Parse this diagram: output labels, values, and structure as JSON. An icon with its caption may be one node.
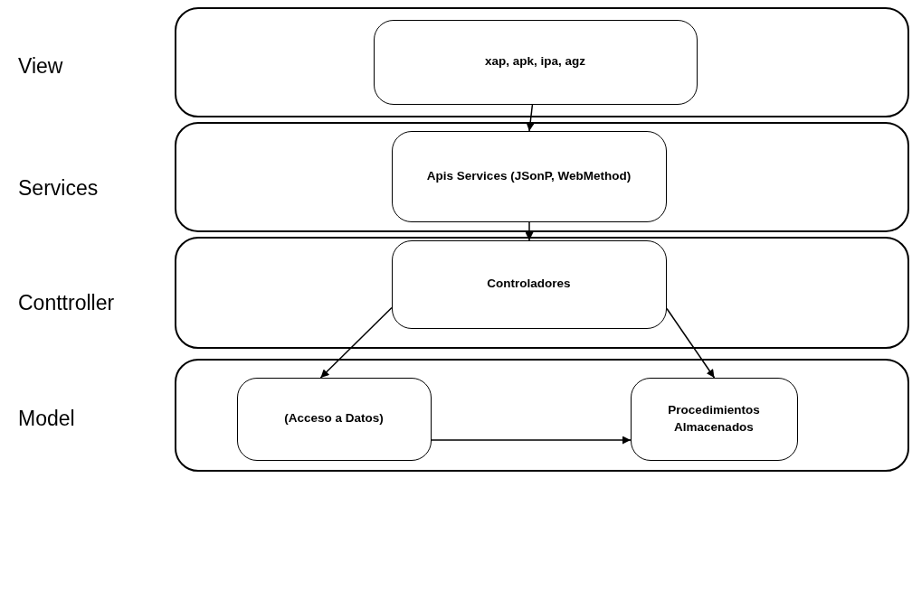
{
  "diagram": {
    "nodes": [
      {
        "text": [],
        "shape": "box"
      },
      {
        "text": [],
        "shape": "box"
      },
      {
        "text": [],
        "shape": "box"
      },
      {
        "text": [],
        "shape": "box"
      },
      {
        "text": [
          "xap, apk, ipa, agz"
        ],
        "in": 0
      },
      {
        "text": [
          "Apis Services (JSonP, WebMethod)"
        ],
        "in": 1
      },
      {
        "text": [
          "Controladores"
        ],
        "in": 2
      },
      {
        "text": [
          "(Acceso a Datos)"
        ],
        "in": 3
      },
      {
        "text": [
          "Procedimientos Almacenados"
        ],
        "in": 3
      }
    ],
    "edges": [
      {
        "from": 4,
        "to": 5,
        "arrow": "to"
      },
      {
        "from": 5,
        "to": 6,
        "arrow": "to"
      },
      {
        "from": 6,
        "to": 7,
        "arrow": "to"
      },
      {
        "from": 6,
        "to": 8,
        "arrow": "to"
      },
      {
        "from": 7,
        "to": 8,
        "arrow": "to"
      }
    ],
    "labels": [
      "View",
      "Services",
      "Conttroller",
      "Model"
    ]
  }
}
